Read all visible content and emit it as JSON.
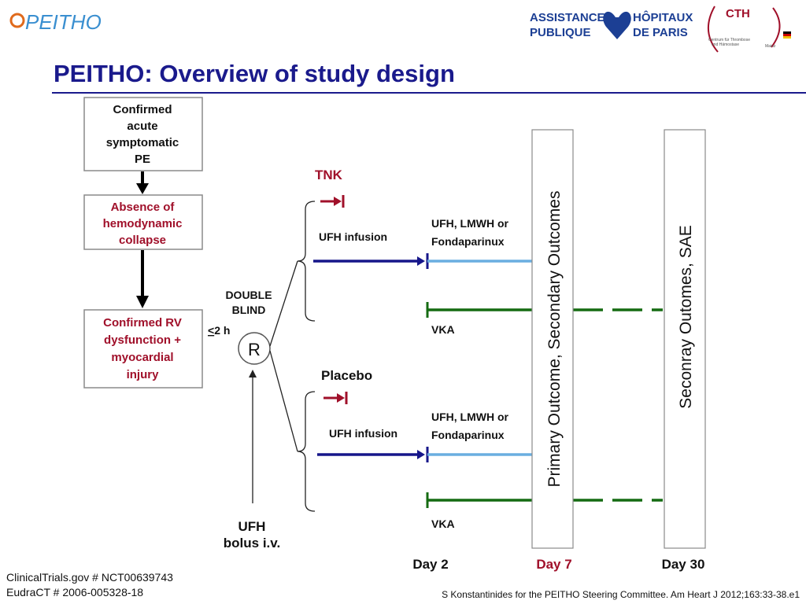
{
  "header": {
    "logo_text": "PEITHO",
    "ap_logo": {
      "line1_left": "ASSISTANCE",
      "line2_left": "PUBLIQUE",
      "line1_right": "HÔPITAUX",
      "line2_right": "DE PARIS"
    },
    "cth_logo": {
      "title": "CTH",
      "subtitle_line1": "Centrum für Thrombose",
      "subtitle_line2": "und Hämostase",
      "city": "Mainz"
    }
  },
  "title": "PEITHO: Overview of study design",
  "boxes": {
    "b1": [
      "Confirmed",
      "acute",
      "symptomatic",
      "PE"
    ],
    "b2": [
      "Absence of",
      "hemodynamic",
      "collapse"
    ],
    "b3": [
      "Confirmed RV",
      "dysfunction +",
      "myocardial",
      "injury"
    ]
  },
  "double_blind": [
    "DOUBLE",
    "BLIND"
  ],
  "time_le": "<",
  "time_rest": "2 h",
  "randomization": "R",
  "ufh_bolus": [
    "UFH",
    "bolus i.v."
  ],
  "arms": {
    "tnk": "TNK",
    "placebo": "Placebo",
    "ufh_infusion": "UFH infusion",
    "ufh_lmwh_line1": "UFH, LMWH or",
    "ufh_lmwh_line2": "Fondaparinux",
    "vka": "VKA"
  },
  "outcome_primary": "Primary Outcome, Secondary Outcomes",
  "outcome_safety": "Seconray Outomes, SAE",
  "days": {
    "day2": "Day 2",
    "day7": "Day 7",
    "day30": "Day 30"
  },
  "footer": {
    "trial_id": "ClinicalTrials.gov # NCT00639743",
    "eudract_id": "EudraCT # 2006-005328-18",
    "citation": "S Konstantinides for the PEITHO Steering Committee. Am Heart J 2012;163:33-38.e1"
  },
  "colors": {
    "title": "#1a1a8c",
    "crimson": "#a0102a",
    "navy": "#16168a",
    "light_blue": "#6aaee0",
    "green": "#156b12",
    "box_border": "#8a8a8a"
  }
}
